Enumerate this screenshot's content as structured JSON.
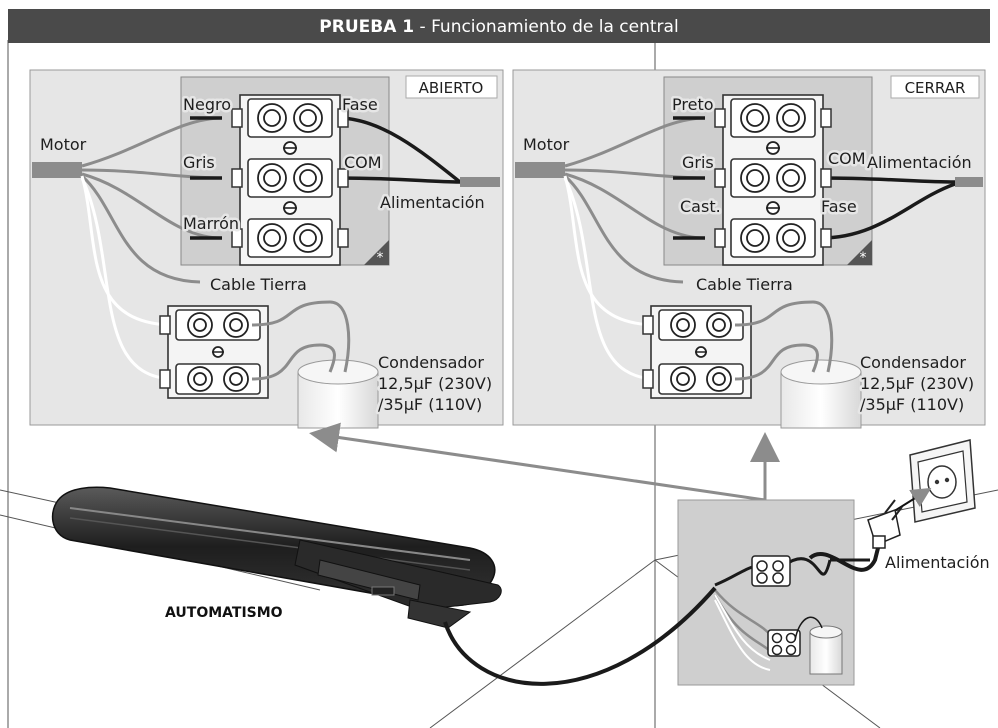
{
  "header": {
    "title_bold": "PRUEBA 1",
    "title_rest": " - Funcionamiento de la central"
  },
  "panel_left": {
    "state_label": "ABIERTO",
    "motor_label": "Motor",
    "wire_1": "Negro",
    "wire_2": "Gris",
    "wire_3": "Marrón",
    "phase_label": "Fase",
    "com_label": "COM",
    "power_label": "Alimentación",
    "earth_label": "Cable Tierra",
    "capacitor_lines": [
      "Condensador",
      "12,5µF (230V)",
      "/35µF (110V)"
    ],
    "asterisk": "*"
  },
  "panel_right": {
    "state_label": "CERRAR",
    "motor_label": "Motor",
    "wire_1": "Preto",
    "wire_2": "Gris",
    "wire_3": "Cast.",
    "com_label": "COM",
    "phase_label": "Fase",
    "power_label": "Alimentación",
    "earth_label": "Cable Tierra",
    "capacitor_lines": [
      "Condensador",
      "12,5µF (230V)",
      "/35µF (110V)"
    ],
    "asterisk": "*"
  },
  "scene": {
    "automation_label": "AUTOMATISMO",
    "power_label": "Alimentación"
  },
  "colors": {
    "header_bg": "#4a4a4a",
    "panel_bg": "#e6e6e6",
    "terminal_bg": "#cfcfcf",
    "wire_grey": "#8c8c8c",
    "wire_black": "#1a1a1a"
  }
}
